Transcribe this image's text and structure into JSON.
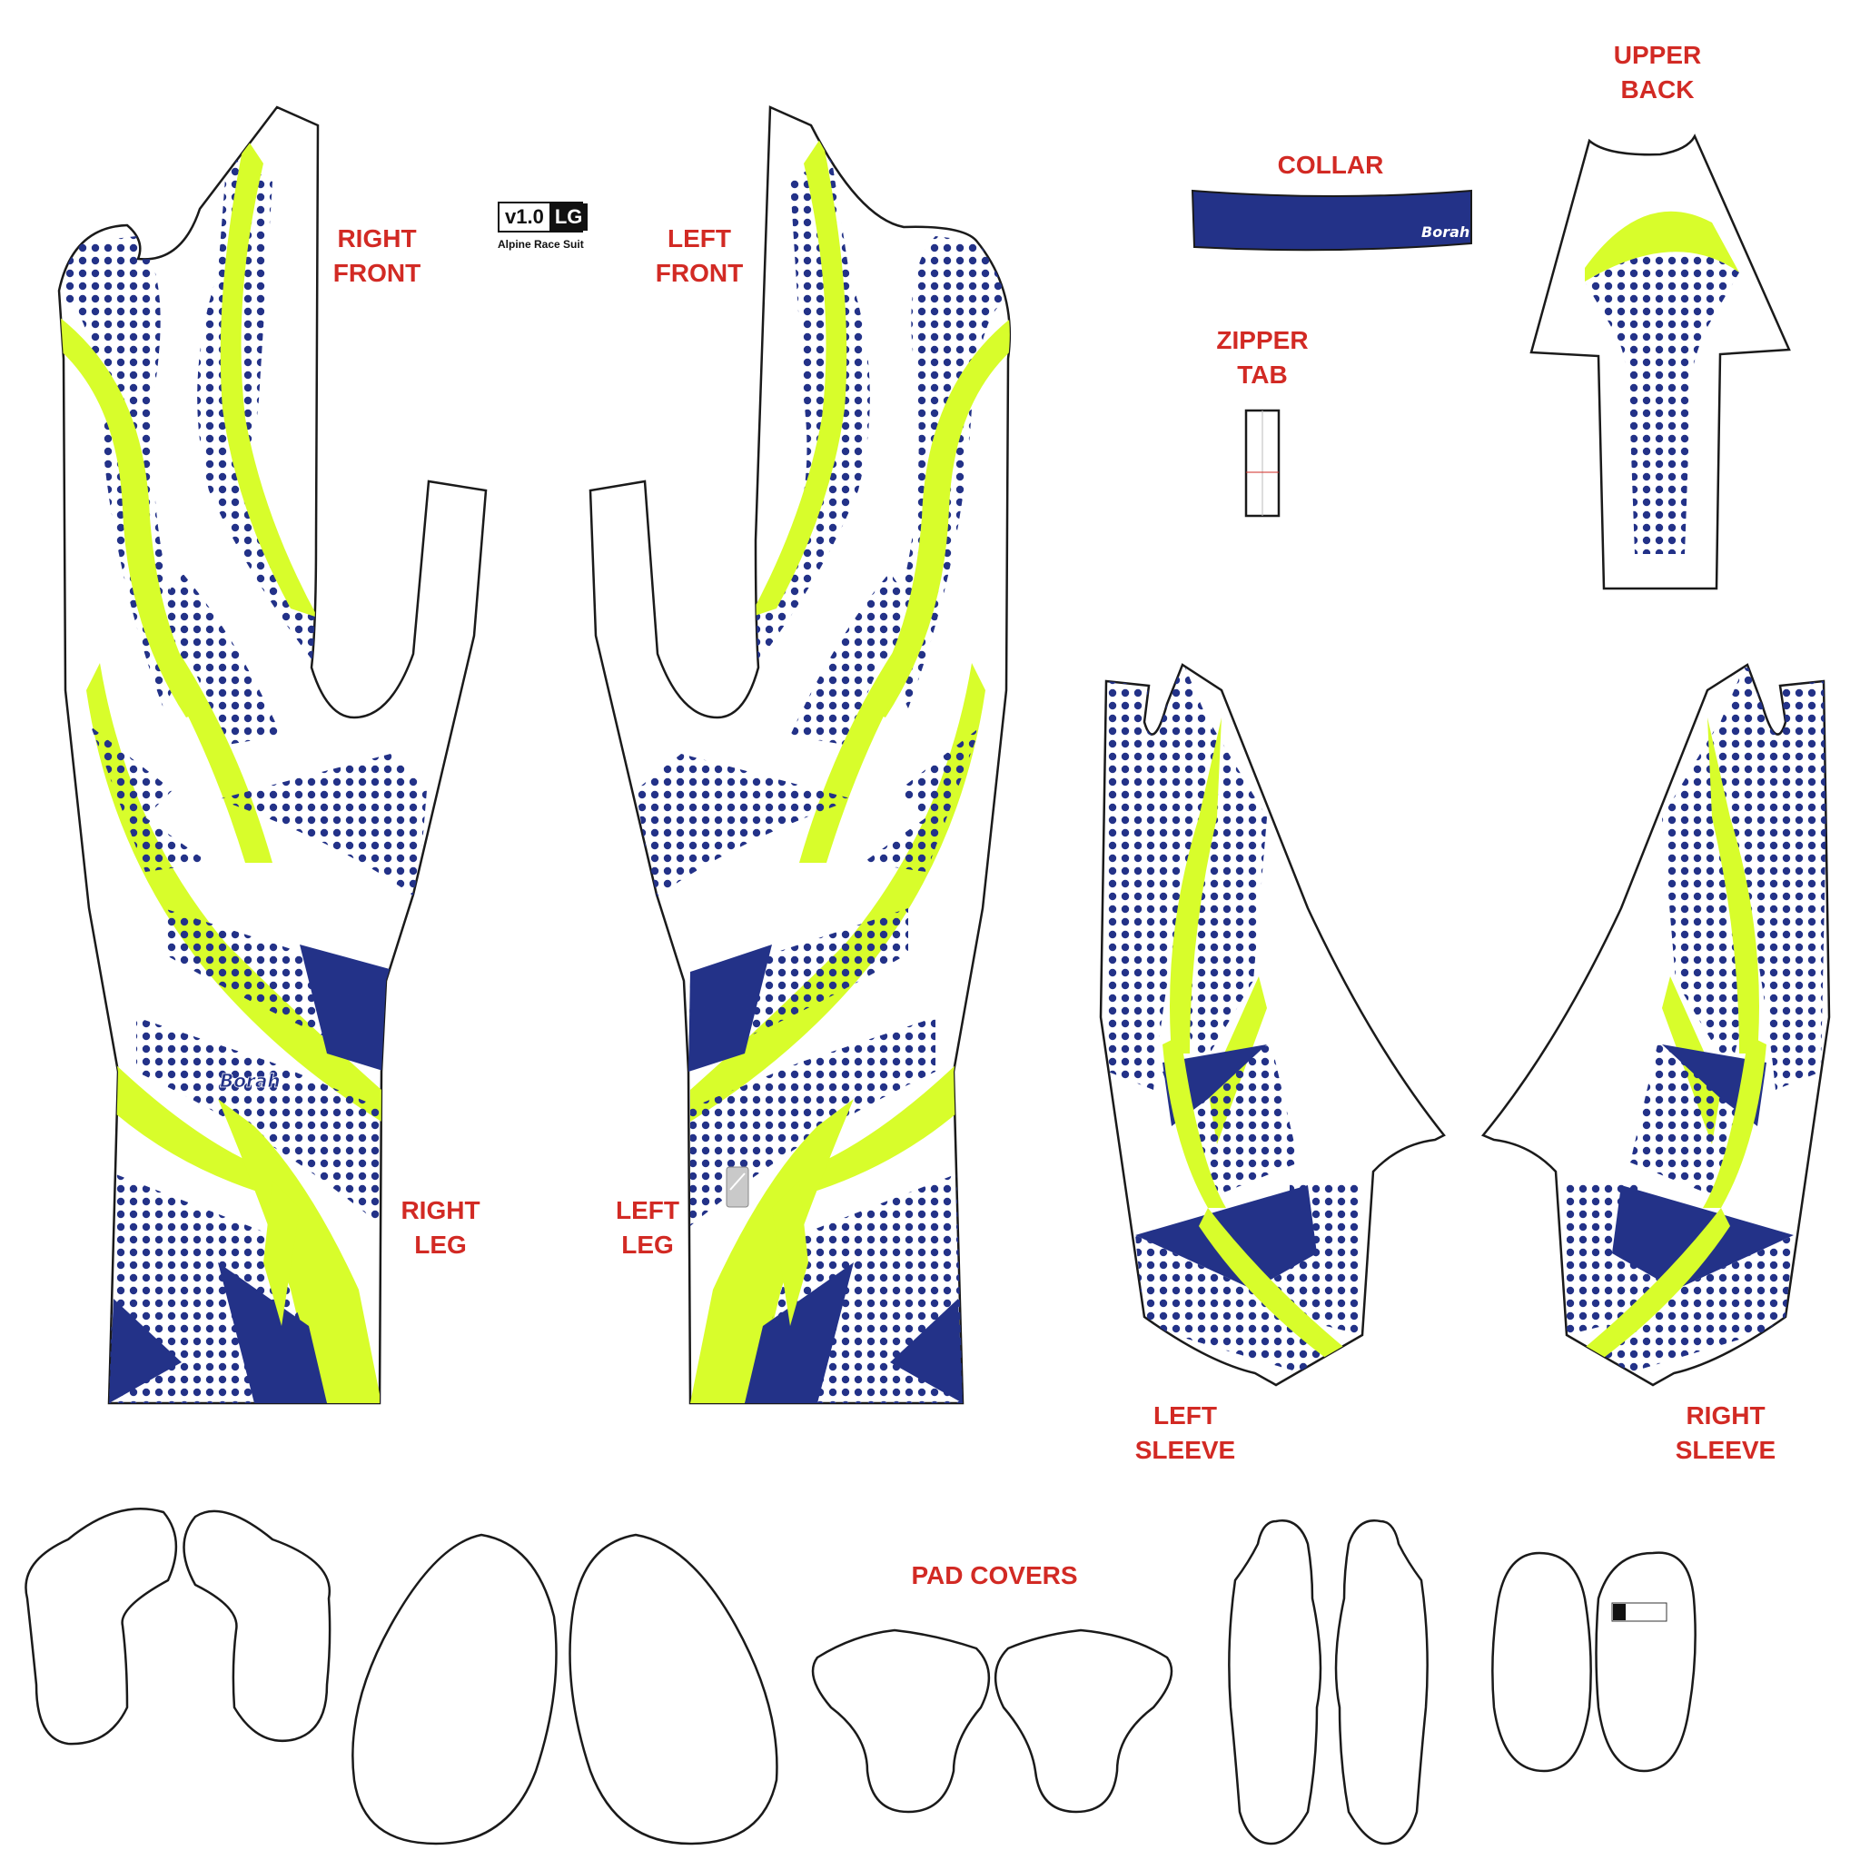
{
  "labels": {
    "right_front": [
      "RIGHT",
      "FRONT"
    ],
    "left_front": [
      "LEFT",
      "FRONT"
    ],
    "collar": [
      "COLLAR"
    ],
    "upper_back": [
      "UPPER",
      "BACK"
    ],
    "zipper_tab": [
      "ZIPPER",
      "TAB"
    ],
    "right_leg": [
      "RIGHT",
      "LEG"
    ],
    "left_leg": [
      "LEFT",
      "LEG"
    ],
    "left_sleeve": [
      "LEFT",
      "SLEEVE"
    ],
    "right_sleeve": [
      "RIGHT",
      "SLEEVE"
    ],
    "pad_covers": [
      "PAD COVERS"
    ]
  },
  "badge": {
    "version": "v1.0",
    "size": "LG",
    "product": "Alpine Race Suit"
  },
  "brand": {
    "logo_text": "Borah"
  },
  "colors": {
    "navy": "#233288",
    "lime": "#d8fd2b",
    "label_red": "#d22a24",
    "outline": "#1a1a1a"
  }
}
